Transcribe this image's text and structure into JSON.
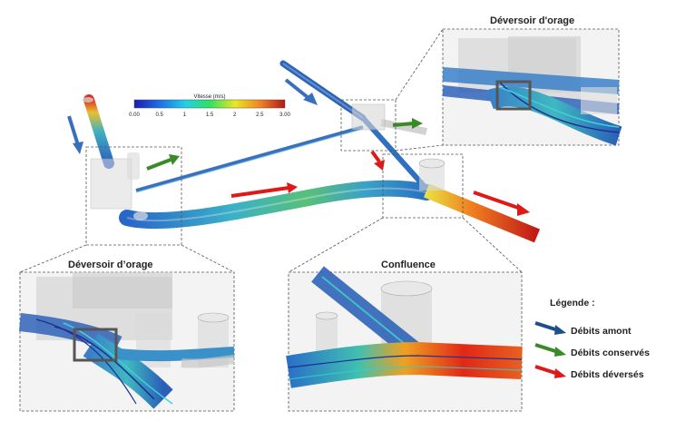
{
  "colorbar": {
    "title": "Vitesse (m/s)",
    "ticks": [
      "0.00",
      "0.5",
      "1",
      "1.5",
      "2",
      "2.5",
      "3.00"
    ],
    "colors": [
      "#1b1bb0",
      "#1f6fe8",
      "#1fd0e8",
      "#30e060",
      "#e8e820",
      "#f08020",
      "#b01818"
    ]
  },
  "insets": {
    "top_right_title": "Déversoir d'orage",
    "bottom_left_title": "Déversoir d’orage",
    "bottom_center_title": "Confluence"
  },
  "legend": {
    "title": "Légende :",
    "items": [
      {
        "label": "Débits amont",
        "color": "#1f4e8c"
      },
      {
        "label": "Débits conservés",
        "color": "#3a8a2a"
      },
      {
        "label": "Débits déversés",
        "color": "#e01818"
      }
    ]
  }
}
